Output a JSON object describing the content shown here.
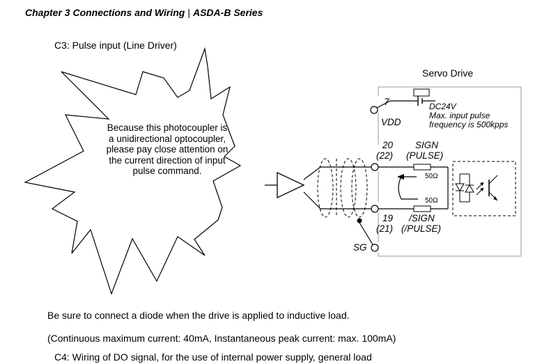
{
  "header": {
    "chapter": "Chapter 3  Connections and Wiring",
    "separator": "|",
    "series": "ASDA-B Series"
  },
  "section": {
    "title": "C3: Pulse input (Line Driver)"
  },
  "callout": {
    "text": "Because this photocoupler is a unidirectional optocoupler, please pay close attention on the current direction of input pulse command."
  },
  "diagram": {
    "servo_drive_label": "Servo Drive",
    "pin7": "7",
    "vdd": "VDD",
    "dc24v": "DC24V",
    "max_pulse_line1": "Max. input pulse",
    "max_pulse_line2": "frequency is 500kpps",
    "pin20": "20",
    "pin22": "(22)",
    "sign": "SIGN",
    "pulse": "(PULSE)",
    "res1": "50Ω",
    "res2": "50Ω",
    "pin19": "19",
    "pin21": "(21)",
    "nsign": "/SIGN",
    "npulse": "(/PULSE)",
    "sg": "SG"
  },
  "notes": {
    "diode_note": "Be sure to connect a diode when the drive is applied to inductive load.",
    "current_note": "(Continuous maximum current: 40mA, Instantaneous peak current: max. 100mA)",
    "c4_title": "C4: Wiring of DO signal, for the use of internal power supply, general load"
  }
}
